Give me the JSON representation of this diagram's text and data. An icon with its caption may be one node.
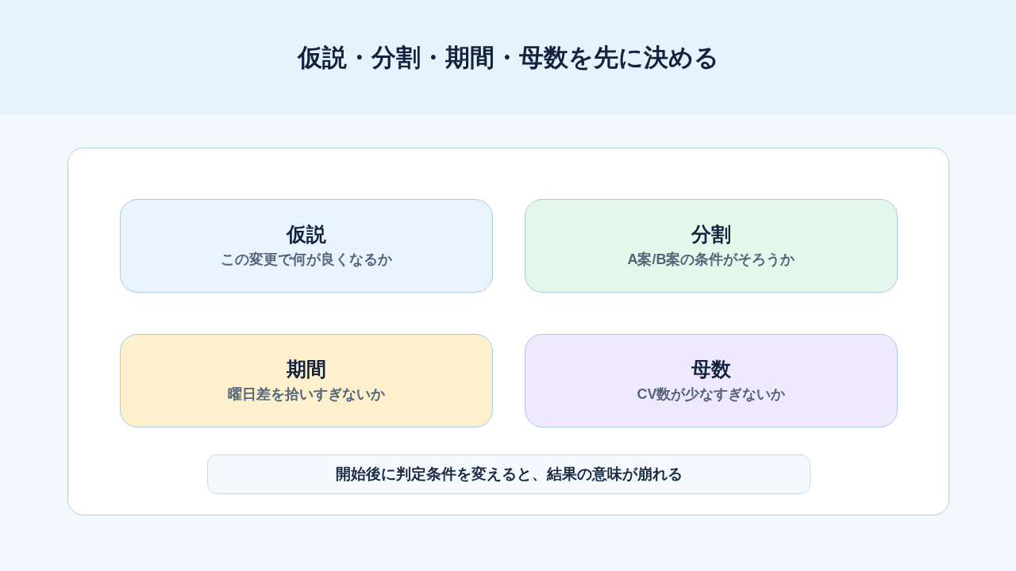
{
  "diagram": {
    "title": "仮説・分割・期間・母数を先に決める",
    "nodes": [
      {
        "text": [],
        "shape": "box"
      },
      {
        "text": [
          "仮説",
          "この変更で何が良くなるか"
        ],
        "in": 0
      },
      {
        "text": [
          "分割",
          "A案/B案の条件がそろうか"
        ],
        "in": 0
      },
      {
        "text": [
          "期間",
          "曜日差を拾いすぎないか"
        ],
        "in": 0
      },
      {
        "text": [
          "母数",
          "CV数が少なすぎないか"
        ],
        "in": 0
      },
      {
        "text": [
          "開始後に判定条件を変えると、結果の意味が崩れる"
        ],
        "in": 0
      }
    ]
  }
}
